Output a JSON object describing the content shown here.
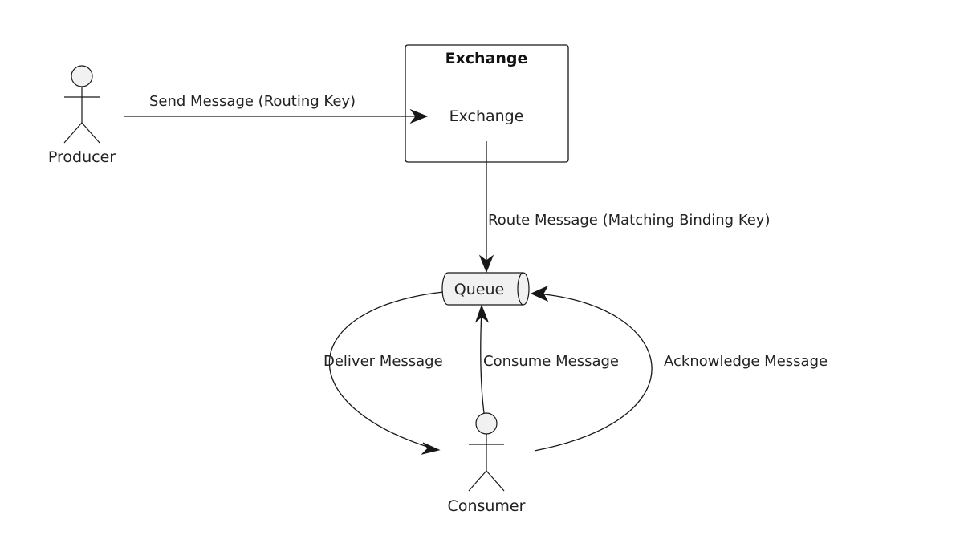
{
  "nodes": {
    "producer": {
      "label": "Producer"
    },
    "exchange_group": {
      "title": "Exchange"
    },
    "exchange": {
      "label": "Exchange"
    },
    "queue": {
      "label": "Queue"
    },
    "consumer": {
      "label": "Consumer"
    }
  },
  "edges": {
    "send": {
      "label": "Send Message (Routing Key)"
    },
    "route": {
      "label": "Route Message (Matching Binding Key)"
    },
    "deliver": {
      "label": "Deliver Message"
    },
    "consume": {
      "label": "Consume Message"
    },
    "acknowledge": {
      "label": "Acknowledge Message"
    }
  },
  "colors": {
    "stroke": "#181818",
    "fill": "#f1f1f1",
    "text": "#222222"
  }
}
